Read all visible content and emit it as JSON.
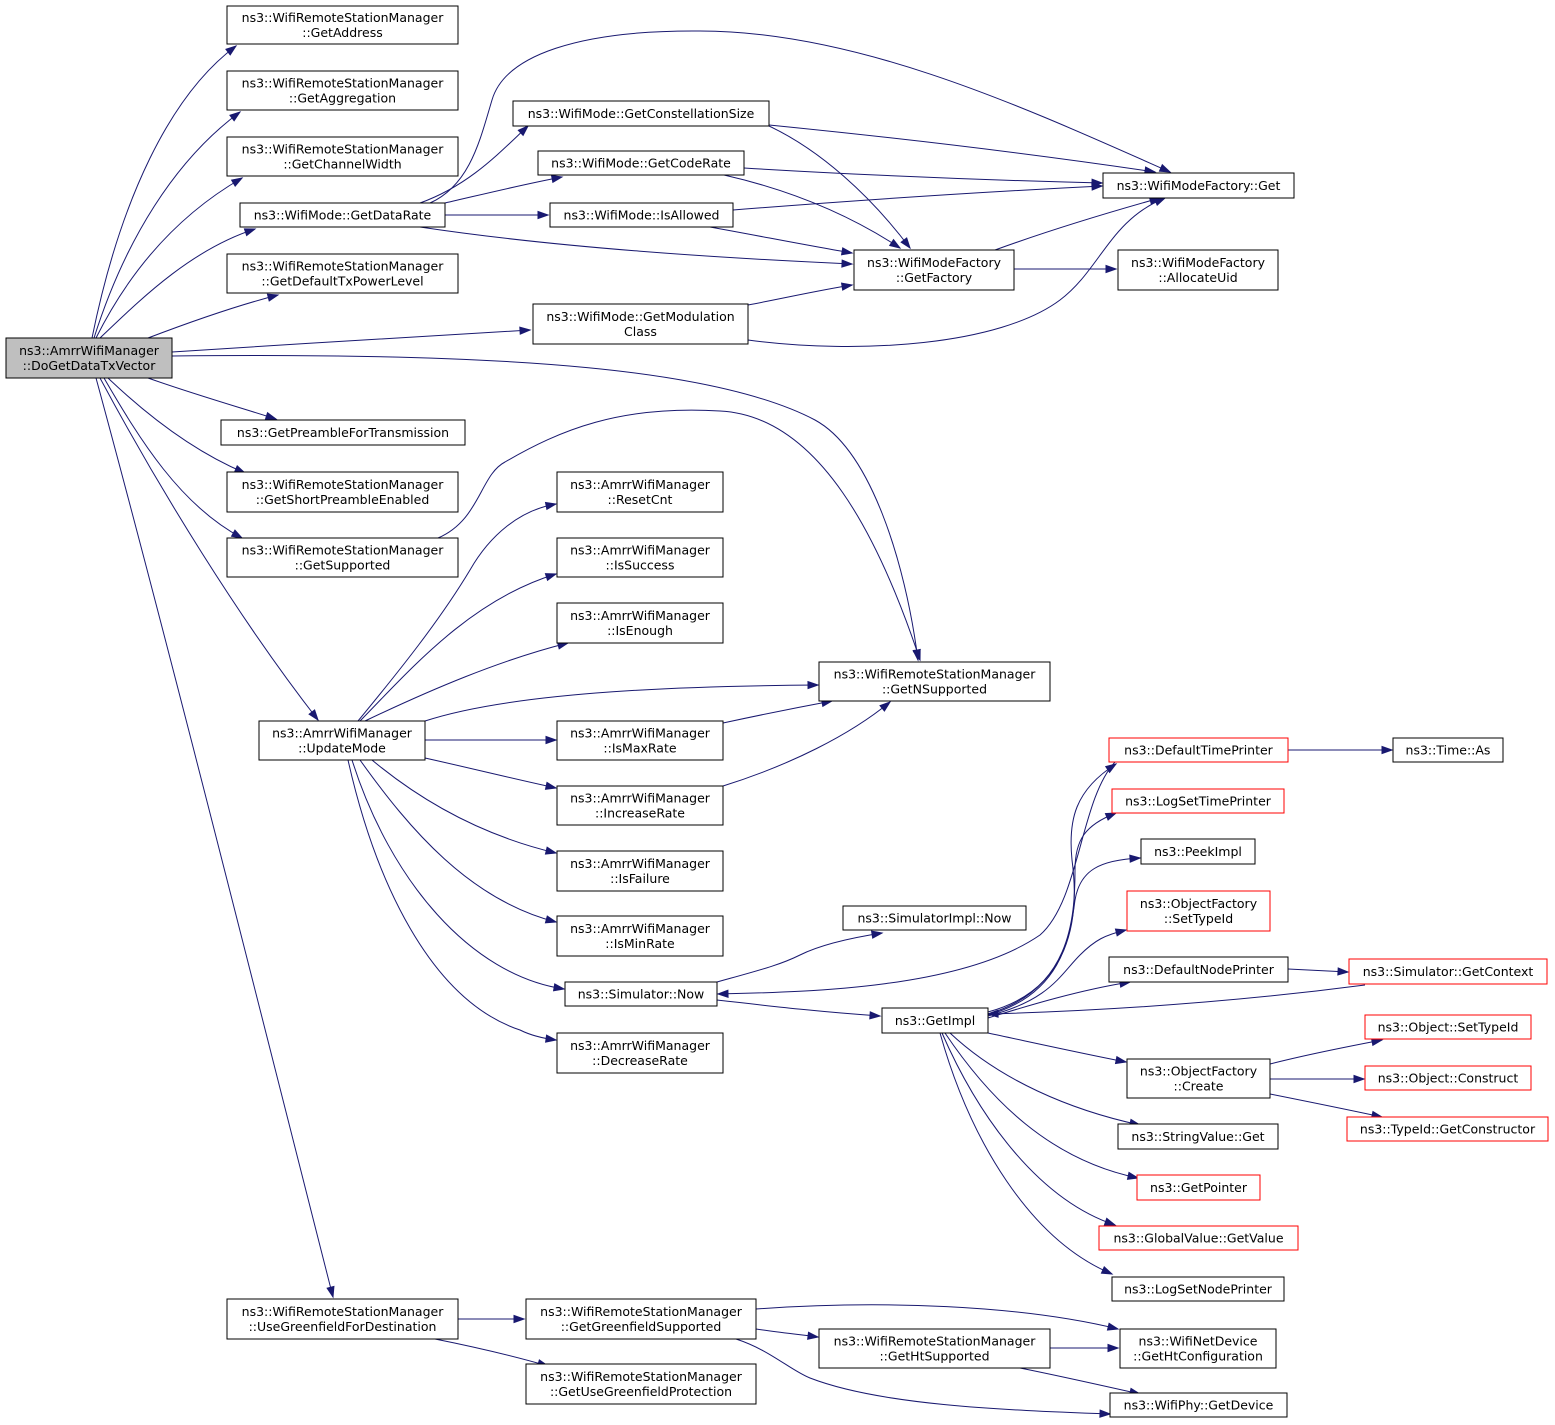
{
  "colors": {
    "edge": "#191970",
    "box_border": "#000000",
    "box_border_incomplete": "#ff0000",
    "root_fill": "#bfbfbf",
    "box_fill": "#ffffff"
  },
  "nodes": [
    {
      "id": "root",
      "lines": [
        "ns3::AmrrWifiManager",
        "::DoGetDataTxVector"
      ],
      "style": "root"
    },
    {
      "id": "getAddress",
      "lines": [
        "ns3::WifiRemoteStationManager",
        "::GetAddress"
      ],
      "style": "normal"
    },
    {
      "id": "getAggregation",
      "lines": [
        "ns3::WifiRemoteStationManager",
        "::GetAggregation"
      ],
      "style": "normal"
    },
    {
      "id": "getChannelWidth",
      "lines": [
        "ns3::WifiRemoteStationManager",
        "::GetChannelWidth"
      ],
      "style": "normal"
    },
    {
      "id": "getDataRate",
      "lines": [
        "ns3::WifiMode::GetDataRate"
      ],
      "style": "normal"
    },
    {
      "id": "getDefaultTxPowerLevel",
      "lines": [
        "ns3::WifiRemoteStationManager",
        "::GetDefaultTxPowerLevel"
      ],
      "style": "normal"
    },
    {
      "id": "getPreamble",
      "lines": [
        "ns3::GetPreambleForTransmission"
      ],
      "style": "normal"
    },
    {
      "id": "getShortPreamble",
      "lines": [
        "ns3::WifiRemoteStationManager",
        "::GetShortPreambleEnabled"
      ],
      "style": "normal"
    },
    {
      "id": "getSupported",
      "lines": [
        "ns3::WifiRemoteStationManager",
        "::GetSupported"
      ],
      "style": "normal"
    },
    {
      "id": "updateMode",
      "lines": [
        "ns3::AmrrWifiManager",
        "::UpdateMode"
      ],
      "style": "normal"
    },
    {
      "id": "useGreenfield",
      "lines": [
        "ns3::WifiRemoteStationManager",
        "::UseGreenfieldForDestination"
      ],
      "style": "normal"
    },
    {
      "id": "getConstellationSize",
      "lines": [
        "ns3::WifiMode::GetConstellationSize"
      ],
      "style": "normal"
    },
    {
      "id": "getCodeRate",
      "lines": [
        "ns3::WifiMode::GetCodeRate"
      ],
      "style": "normal"
    },
    {
      "id": "isAllowed",
      "lines": [
        "ns3::WifiMode::IsAllowed"
      ],
      "style": "normal"
    },
    {
      "id": "getModulationClass",
      "lines": [
        "ns3::WifiMode::GetModulation",
        "Class"
      ],
      "style": "normal"
    },
    {
      "id": "resetCnt",
      "lines": [
        "ns3::AmrrWifiManager",
        "::ResetCnt"
      ],
      "style": "normal"
    },
    {
      "id": "isSuccess",
      "lines": [
        "ns3::AmrrWifiManager",
        "::IsSuccess"
      ],
      "style": "normal"
    },
    {
      "id": "isEnough",
      "lines": [
        "ns3::AmrrWifiManager",
        "::IsEnough"
      ],
      "style": "normal"
    },
    {
      "id": "isMaxRate",
      "lines": [
        "ns3::AmrrWifiManager",
        "::IsMaxRate"
      ],
      "style": "normal"
    },
    {
      "id": "increaseRate",
      "lines": [
        "ns3::AmrrWifiManager",
        "::IncreaseRate"
      ],
      "style": "normal"
    },
    {
      "id": "isFailure",
      "lines": [
        "ns3::AmrrWifiManager",
        "::IsFailure"
      ],
      "style": "normal"
    },
    {
      "id": "isMinRate",
      "lines": [
        "ns3::AmrrWifiManager",
        "::IsMinRate"
      ],
      "style": "normal"
    },
    {
      "id": "simNow",
      "lines": [
        "ns3::Simulator::Now"
      ],
      "style": "normal"
    },
    {
      "id": "decreaseRate",
      "lines": [
        "ns3::AmrrWifiManager",
        "::DecreaseRate"
      ],
      "style": "normal"
    },
    {
      "id": "getGreenfieldSupported",
      "lines": [
        "ns3::WifiRemoteStationManager",
        "::GetGreenfieldSupported"
      ],
      "style": "normal"
    },
    {
      "id": "getUseGreenfieldProtection",
      "lines": [
        "ns3::WifiRemoteStationManager",
        "::GetUseGreenfieldProtection"
      ],
      "style": "normal"
    },
    {
      "id": "getFactory",
      "lines": [
        "ns3::WifiModeFactory",
        "::GetFactory"
      ],
      "style": "normal"
    },
    {
      "id": "getNSupported",
      "lines": [
        "ns3::WifiRemoteStationManager",
        "::GetNSupported"
      ],
      "style": "normal"
    },
    {
      "id": "simImplNow",
      "lines": [
        "ns3::SimulatorImpl::Now"
      ],
      "style": "normal"
    },
    {
      "id": "getImpl",
      "lines": [
        "ns3::GetImpl"
      ],
      "style": "normal"
    },
    {
      "id": "getHtSupported",
      "lines": [
        "ns3::WifiRemoteStationManager",
        "::GetHtSupported"
      ],
      "style": "normal"
    },
    {
      "id": "wifiModeFactoryGet",
      "lines": [
        "ns3::WifiModeFactory::Get"
      ],
      "style": "normal"
    },
    {
      "id": "allocateUid",
      "lines": [
        "ns3::WifiModeFactory",
        "::AllocateUid"
      ],
      "style": "normal"
    },
    {
      "id": "defaultTimePrinter",
      "lines": [
        "ns3::DefaultTimePrinter"
      ],
      "style": "incomplete"
    },
    {
      "id": "logSetTimePrinter",
      "lines": [
        "ns3::LogSetTimePrinter"
      ],
      "style": "incomplete"
    },
    {
      "id": "peekImpl",
      "lines": [
        "ns3::PeekImpl"
      ],
      "style": "normal"
    },
    {
      "id": "ofSetTypeId",
      "lines": [
        "ns3::ObjectFactory",
        "::SetTypeId"
      ],
      "style": "incomplete"
    },
    {
      "id": "defaultNodePrinter",
      "lines": [
        "ns3::DefaultNodePrinter"
      ],
      "style": "normal"
    },
    {
      "id": "ofCreate",
      "lines": [
        "ns3::ObjectFactory",
        "::Create"
      ],
      "style": "normal"
    },
    {
      "id": "stringValueGet",
      "lines": [
        "ns3::StringValue::Get"
      ],
      "style": "normal"
    },
    {
      "id": "getPointer",
      "lines": [
        "ns3::GetPointer"
      ],
      "style": "incomplete"
    },
    {
      "id": "globalValueGetValue",
      "lines": [
        "ns3::GlobalValue::GetValue"
      ],
      "style": "incomplete"
    },
    {
      "id": "logSetNodePrinter",
      "lines": [
        "ns3::LogSetNodePrinter"
      ],
      "style": "normal"
    },
    {
      "id": "getHtConfiguration",
      "lines": [
        "ns3::WifiNetDevice",
        "::GetHtConfiguration"
      ],
      "style": "normal"
    },
    {
      "id": "wifiPhyGetDevice",
      "lines": [
        "ns3::WifiPhy::GetDevice"
      ],
      "style": "normal"
    },
    {
      "id": "timeAs",
      "lines": [
        "ns3::Time::As"
      ],
      "style": "normal"
    },
    {
      "id": "simGetContext",
      "lines": [
        "ns3::Simulator::GetContext"
      ],
      "style": "incomplete"
    },
    {
      "id": "objSetTypeId",
      "lines": [
        "ns3::Object::SetTypeId"
      ],
      "style": "incomplete"
    },
    {
      "id": "objConstruct",
      "lines": [
        "ns3::Object::Construct"
      ],
      "style": "incomplete"
    },
    {
      "id": "typeIdGetConstructor",
      "lines": [
        "ns3::TypeId::GetConstructor"
      ],
      "style": "incomplete"
    }
  ],
  "edges": [
    [
      "root",
      "getAddress"
    ],
    [
      "root",
      "getAggregation"
    ],
    [
      "root",
      "getChannelWidth"
    ],
    [
      "root",
      "getDataRate"
    ],
    [
      "root",
      "getDefaultTxPowerLevel"
    ],
    [
      "root",
      "getModulationClass"
    ],
    [
      "root",
      "getNSupported"
    ],
    [
      "root",
      "getPreamble"
    ],
    [
      "root",
      "getShortPreamble"
    ],
    [
      "root",
      "getSupported"
    ],
    [
      "root",
      "updateMode"
    ],
    [
      "root",
      "useGreenfield"
    ],
    [
      "getDataRate",
      "getConstellationSize"
    ],
    [
      "getDataRate",
      "getCodeRate"
    ],
    [
      "getDataRate",
      "isAllowed"
    ],
    [
      "getDataRate",
      "getFactory"
    ],
    [
      "getDataRate",
      "wifiModeFactoryGet"
    ],
    [
      "getConstellationSize",
      "wifiModeFactoryGet"
    ],
    [
      "getConstellationSize",
      "getFactory"
    ],
    [
      "getCodeRate",
      "wifiModeFactoryGet"
    ],
    [
      "getCodeRate",
      "getFactory"
    ],
    [
      "isAllowed",
      "wifiModeFactoryGet"
    ],
    [
      "isAllowed",
      "getFactory"
    ],
    [
      "getModulationClass",
      "getFactory"
    ],
    [
      "getModulationClass",
      "wifiModeFactoryGet"
    ],
    [
      "getFactory",
      "wifiModeFactoryGet"
    ],
    [
      "getFactory",
      "allocateUid"
    ],
    [
      "getSupported",
      "getNSupported"
    ],
    [
      "updateMode",
      "resetCnt"
    ],
    [
      "updateMode",
      "isSuccess"
    ],
    [
      "updateMode",
      "isEnough"
    ],
    [
      "updateMode",
      "getNSupported"
    ],
    [
      "updateMode",
      "isMaxRate"
    ],
    [
      "updateMode",
      "increaseRate"
    ],
    [
      "updateMode",
      "isFailure"
    ],
    [
      "updateMode",
      "isMinRate"
    ],
    [
      "updateMode",
      "simNow"
    ],
    [
      "updateMode",
      "decreaseRate"
    ],
    [
      "isMaxRate",
      "getNSupported"
    ],
    [
      "increaseRate",
      "getNSupported"
    ],
    [
      "simNow",
      "simImplNow"
    ],
    [
      "simNow",
      "getImpl"
    ],
    [
      "defaultTimePrinter",
      "simNow"
    ],
    [
      "defaultTimePrinter",
      "timeAs"
    ],
    [
      "getImpl",
      "defaultTimePrinter"
    ],
    [
      "getImpl",
      "logSetTimePrinter"
    ],
    [
      "getImpl",
      "peekImpl"
    ],
    [
      "getImpl",
      "ofSetTypeId"
    ],
    [
      "getImpl",
      "defaultNodePrinter"
    ],
    [
      "getImpl",
      "ofCreate"
    ],
    [
      "getImpl",
      "stringValueGet"
    ],
    [
      "getImpl",
      "getPointer"
    ],
    [
      "getImpl",
      "globalValueGetValue"
    ],
    [
      "getImpl",
      "logSetNodePrinter"
    ],
    [
      "defaultNodePrinter",
      "simGetContext"
    ],
    [
      "simGetContext",
      "getImpl"
    ],
    [
      "ofCreate",
      "objSetTypeId"
    ],
    [
      "ofCreate",
      "objConstruct"
    ],
    [
      "ofCreate",
      "typeIdGetConstructor"
    ],
    [
      "useGreenfield",
      "getGreenfieldSupported"
    ],
    [
      "useGreenfield",
      "getUseGreenfieldProtection"
    ],
    [
      "getGreenfieldSupported",
      "getHtConfiguration"
    ],
    [
      "getGreenfieldSupported",
      "getHtSupported"
    ],
    [
      "getGreenfieldSupported",
      "wifiPhyGetDevice"
    ],
    [
      "getHtSupported",
      "getHtConfiguration"
    ],
    [
      "getHtSupported",
      "wifiPhyGetDevice"
    ]
  ]
}
